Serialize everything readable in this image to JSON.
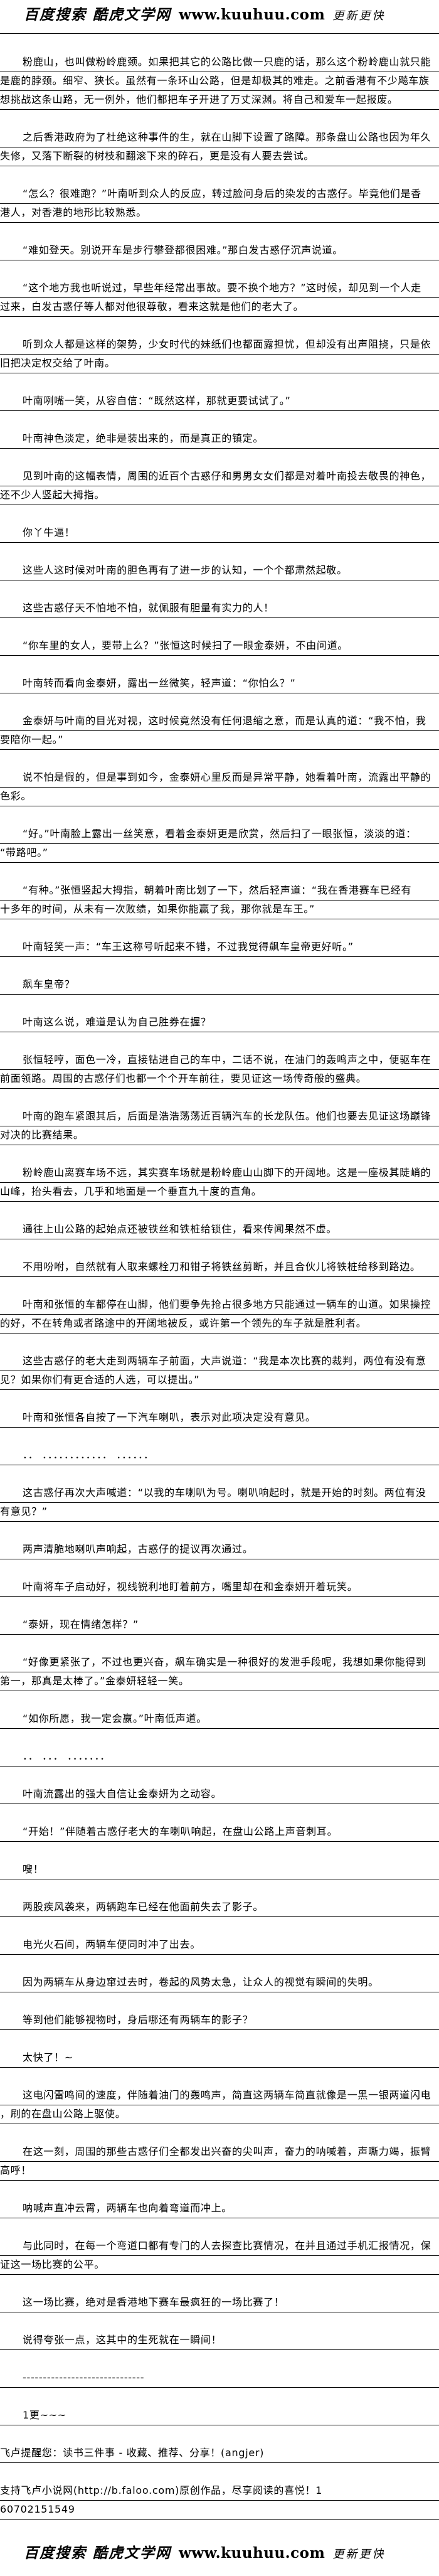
{
  "banner": {
    "cn": "百度搜索 酷虎文学网",
    "url": "www.kuuhuu.com",
    "tail": "更新更快"
  },
  "paragraphs": [
    {
      "indent": true,
      "lines": [
        "粉鹿山，也叫做粉岭鹿颈。如果把其它的公路比做一只鹿的话，那么这个粉岭鹿山就只能",
        "是鹿的脖颈。细窄、狭长。虽然有一条环山公路，但是却极其的难走。之前香港有不少飚车族",
        "想挑战这条山路，无一例外，他们都把车子开进了万丈深渊。将自己和爱车一起报废。"
      ]
    },
    {
      "indent": true,
      "lines": [
        "之后香港政府为了杜绝这种事件的生，就在山脚下设置了路障。那条盘山公路也因为年久",
        "失修，又落下断裂的树枝和翻滚下来的碎石，更是没有人要去尝试。"
      ]
    },
    {
      "indent": true,
      "lines": [
        "“怎么？很难跑？”叶南听到众人的反应，转过脸问身后的染发的古惑仔。毕竟他们是香",
        "港人，对香港的地形比较熟悉。"
      ]
    },
    {
      "indent": true,
      "lines": [
        "“难如登天。别说开车是步行攀登都很困难。”那白发古惑仔沉声说道。"
      ]
    },
    {
      "indent": true,
      "lines": [
        "“这个地方我也听说过，早些年经常出事故。要不换个地方？”这时候，却见到一个人走",
        "过来，白发古惑仔等人都对他很尊敬，看来这就是他们的老大了。"
      ]
    },
    {
      "indent": true,
      "lines": [
        "听到众人都是这样的架势，少女时代的妹纸们也都面露担忧，但却没有出声阻挠，只是依",
        "旧把决定权交给了叶南。"
      ]
    },
    {
      "indent": true,
      "lines": [
        "叶南咧嘴一笑，从容自信：“既然这样，那就更要试试了。”"
      ]
    },
    {
      "indent": true,
      "lines": [
        "叶南神色淡定，绝非是装出来的，而是真正的镇定。"
      ]
    },
    {
      "indent": true,
      "lines": [
        "见到叶南的这幅表情，周围的近百个古惑仔和男男女女们都是对着叶南投去敬畏的神色，",
        "还不少人竖起大拇指。"
      ]
    },
    {
      "indent": true,
      "lines": [
        "你丫牛逼！"
      ]
    },
    {
      "indent": true,
      "lines": [
        "这些人这时候对叶南的胆色再有了进一步的认知，一个个都肃然起敬。"
      ]
    },
    {
      "indent": true,
      "lines": [
        "这些古惑仔天不怕地不怕，就佩服有胆量有实力的人！"
      ]
    },
    {
      "indent": true,
      "lines": [
        "“你车里的女人，要带上么？”张恒这时候扫了一眼金泰妍，不由问道。"
      ]
    },
    {
      "indent": true,
      "lines": [
        "叶南转而看向金泰妍，露出一丝微笑，轻声道：“你怕么？”"
      ]
    },
    {
      "indent": true,
      "lines": [
        "金泰妍与叶南的目光对视，这时候竟然没有任何退缩之意，而是认真的道：“我不怕，我",
        "要陪你一起。”"
      ]
    },
    {
      "indent": true,
      "lines": [
        "说不怕是假的，但是事到如今，金泰妍心里反而是异常平静，她看着叶南，流露出平静的",
        "色彩。"
      ]
    },
    {
      "indent": true,
      "lines": [
        "“好。”叶南脸上露出一丝笑意，看着金泰妍更是欣赏，然后扫了一眼张恒，淡淡的道：",
        "“带路吧。”"
      ]
    },
    {
      "indent": true,
      "lines": [
        "“有种。”张恒竖起大拇指，朝着叶南比划了一下，然后轻声道：“我在香港赛车已经有",
        "十多年的时间，从未有一次败绩，如果你能赢了我，那你就是车王。”"
      ]
    },
    {
      "indent": true,
      "lines": [
        "叶南轻笑一声：“车王这称号听起来不错，不过我觉得飙车皇帝更好听。”"
      ]
    },
    {
      "indent": true,
      "lines": [
        "飙车皇帝？"
      ]
    },
    {
      "indent": true,
      "lines": [
        "叶南这么说，难道是认为自己胜券在握？"
      ]
    },
    {
      "indent": true,
      "lines": [
        "张恒轻哼，面色一冷，直接钻进自己的车中，二话不说，在油门的轰鸣声之中，便驱车在",
        "前面领路。周围的古惑仔们也都一个个开车前往，要见证这一场传奇般的盛典。"
      ]
    },
    {
      "indent": true,
      "lines": [
        "叶南的跑车紧跟其后，后面是浩浩荡荡近百辆汽车的长龙队伍。他们也要去见证这场巅锋",
        "对决的比赛结果。"
      ]
    },
    {
      "indent": true,
      "lines": [
        "粉岭鹿山离赛车场不远，其实赛车场就是粉岭鹿山山脚下的开阔地。这是一座极其陡峭的",
        "山峰，抬头看去，几乎和地面是一个垂直九十度的直角。"
      ]
    },
    {
      "indent": true,
      "lines": [
        "通往上山公路的起始点还被铁丝和铁桩给锁住，看来传闻果然不虚。"
      ]
    },
    {
      "indent": true,
      "lines": [
        "不用吩咐，自然就有人取来螺栓刀和钳子将铁丝剪断，并且合伙儿将铁桩给移到路边。"
      ]
    },
    {
      "indent": true,
      "lines": [
        "叶南和张恒的车都停在山脚，他们要争先抢占很多地方只能通过一辆车的山道。如果操控",
        "的好，不在转角或者路途中的开阔地被反，或许第一个领先的车子就是胜利者。"
      ]
    },
    {
      "indent": true,
      "lines": [
        "这些古惑仔的老大走到两辆车子前面，大声说道：“我是本次比赛的裁判，两位有没有意",
        "见？如果你们有更合适的人选，可以提出。”"
      ]
    },
    {
      "indent": true,
      "lines": [
        "叶南和张恒各自按了一下汽车喇叭，表示对此项决定没有意见。"
      ]
    },
    {
      "indent": true,
      "lines": [
        "．． ．．．．．．．．．．．． ．．．．．．"
      ]
    },
    {
      "indent": true,
      "lines": [
        "这古惑仔再次大声喊道：“以我的车喇叭为号。喇叭响起时，就是开始的时刻。两位有没",
        "有意见？”"
      ]
    },
    {
      "indent": true,
      "lines": [
        "两声清脆地喇叭声响起，古惑仔的提议再次通过。"
      ]
    },
    {
      "indent": true,
      "lines": [
        "叶南将车子启动好，视线锐利地盯着前方，嘴里却在和金泰妍开着玩笑。"
      ]
    },
    {
      "indent": true,
      "lines": [
        "“泰妍，现在情绪怎样？”"
      ]
    },
    {
      "indent": true,
      "lines": [
        "“好像更紧张了，不过也更兴奋，飙车确实是一种很好的发泄手段呢，我想如果你能得到",
        "第一，那真是太棒了。”金泰妍轻轻一笑。"
      ]
    },
    {
      "indent": true,
      "lines": [
        "“如你所愿，我一定会赢。”叶南低声道。"
      ]
    },
    {
      "indent": true,
      "lines": [
        "．． ．．． ．．．．．．．"
      ]
    },
    {
      "indent": true,
      "lines": [
        "叶南流露出的强大自信让金泰妍为之动容。"
      ]
    },
    {
      "indent": true,
      "lines": [
        "“开始！”伴随着古惑仔老大的车喇叭响起，在盘山公路上声音刺耳。"
      ]
    },
    {
      "indent": true,
      "lines": [
        "嗖！"
      ]
    },
    {
      "indent": true,
      "lines": [
        "两股疾风袭来，两辆跑车已经在他面前失去了影子。"
      ]
    },
    {
      "indent": true,
      "lines": [
        "电光火石间，两辆车便同时冲了出去。"
      ]
    },
    {
      "indent": true,
      "lines": [
        "因为两辆车从身边窜过去时，卷起的风势太急，让众人的视觉有瞬间的失明。"
      ]
    },
    {
      "indent": true,
      "lines": [
        "等到他们能够视物时，身后哪还有两辆车的影子？"
      ]
    },
    {
      "indent": true,
      "lines": [
        "太快了！~"
      ]
    },
    {
      "indent": true,
      "lines": [
        "这电闪雷鸣间的速度，伴随着油门的轰鸣声，简直这两辆车简直就像是一黑一银两道闪电",
        "，刷的在盘山公路上驱使。"
      ]
    },
    {
      "indent": true,
      "lines": [
        "在这一刻，周围的那些古惑仔们全都发出兴奋的尖叫声，奋力的呐喊着，声嘶力竭，振臂",
        "高呼！"
      ]
    },
    {
      "indent": true,
      "lines": [
        "呐喊声直冲云霄，两辆车也向着弯道而冲上。"
      ]
    },
    {
      "indent": true,
      "lines": [
        "与此同时，在每一个弯道口都有专门的人去探查比赛情况，在并且通过手机汇报情况，保",
        "证这一场比赛的公平。"
      ]
    },
    {
      "indent": true,
      "lines": [
        "这一场比赛，绝对是香港地下赛车最疯狂的一场比赛了！"
      ]
    },
    {
      "indent": true,
      "lines": [
        "说得夸张一点，这其中的生死就在一瞬间！"
      ]
    },
    {
      "indent": true,
      "lines": [
        "------------------------------"
      ]
    },
    {
      "indent": true,
      "lines": [
        "1更~~~"
      ]
    },
    {
      "indent": false,
      "lines": [
        "飞卢提醒您：读书三件事 - 收藏、推荐、分享！(angjer)"
      ]
    },
    {
      "indent": false,
      "lines": [
        "支持飞卢小说网(http://b.faloo.com)原创作品，尽享阅读的喜悦！1",
        "60702151549"
      ]
    }
  ]
}
